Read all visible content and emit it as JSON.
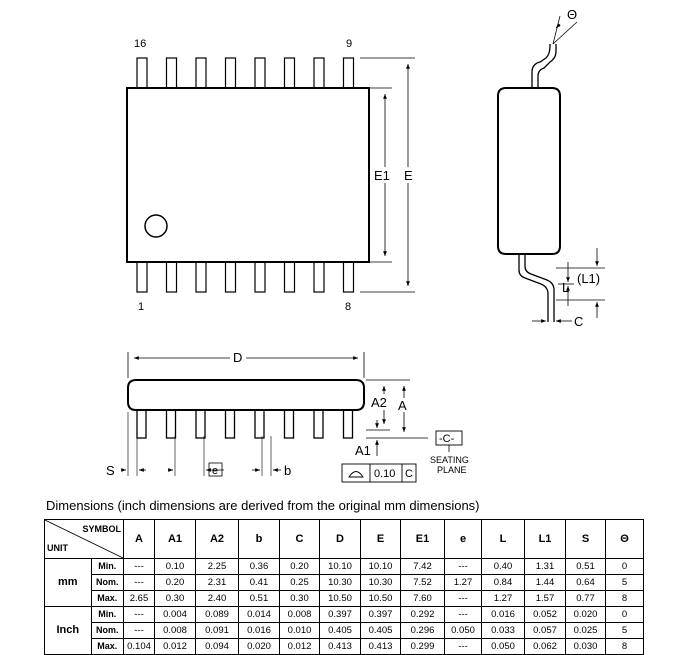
{
  "pins": {
    "first": "16",
    "ninth": "9",
    "one": "1",
    "eight": "8"
  },
  "labels": {
    "theta": "Θ",
    "E1": "E1",
    "E": "E",
    "L1": "(L1)",
    "L": "L",
    "C": "C",
    "D": "D",
    "A2": "A2",
    "A": "A",
    "A1": "A1",
    "datum": "-C-",
    "seating1": "SEATING",
    "seating2": "PLANE",
    "tol_value": "0.10",
    "tol_ref": "C",
    "S": "S",
    "e": "e",
    "b": "b"
  },
  "caption": "Dimensions (inch dimensions are derived from the original mm dimensions)",
  "table": {
    "corner_symbol": "SYMBOL",
    "corner_unit": "UNIT",
    "headers": [
      "A",
      "A1",
      "A2",
      "b",
      "C",
      "D",
      "E",
      "E1",
      "e",
      "L",
      "L1",
      "S",
      "Θ"
    ],
    "groups": [
      {
        "unit": "mm",
        "rows": [
          {
            "label": "Min.",
            "cells": [
              "---",
              "0.10",
              "2.25",
              "0.36",
              "0.20",
              "10.10",
              "10.10",
              "7.42",
              "---",
              "0.40",
              "1.31",
              "0.51",
              "0"
            ]
          },
          {
            "label": "Nom.",
            "cells": [
              "---",
              "0.20",
              "2.31",
              "0.41",
              "0.25",
              "10.30",
              "10.30",
              "7.52",
              "1.27",
              "0.84",
              "1.44",
              "0.64",
              "5"
            ]
          },
          {
            "label": "Max.",
            "cells": [
              "2.65",
              "0.30",
              "2.40",
              "0.51",
              "0.30",
              "10.50",
              "10.50",
              "7.60",
              "---",
              "1.27",
              "1.57",
              "0.77",
              "8"
            ]
          }
        ]
      },
      {
        "unit": "Inch",
        "rows": [
          {
            "label": "Min.",
            "cells": [
              "---",
              "0.004",
              "0.089",
              "0.014",
              "0.008",
              "0.397",
              "0.397",
              "0.292",
              "---",
              "0.016",
              "0.052",
              "0.020",
              "0"
            ]
          },
          {
            "label": "Nom.",
            "cells": [
              "---",
              "0.008",
              "0.091",
              "0.016",
              "0.010",
              "0.405",
              "0.405",
              "0.296",
              "0.050",
              "0.033",
              "0.057",
              "0.025",
              "5"
            ]
          },
          {
            "label": "Max.",
            "cells": [
              "0.104",
              "0.012",
              "0.094",
              "0.020",
              "0.012",
              "0.413",
              "0.413",
              "0.299",
              "---",
              "0.050",
              "0.062",
              "0.030",
              "8"
            ]
          }
        ]
      }
    ]
  }
}
